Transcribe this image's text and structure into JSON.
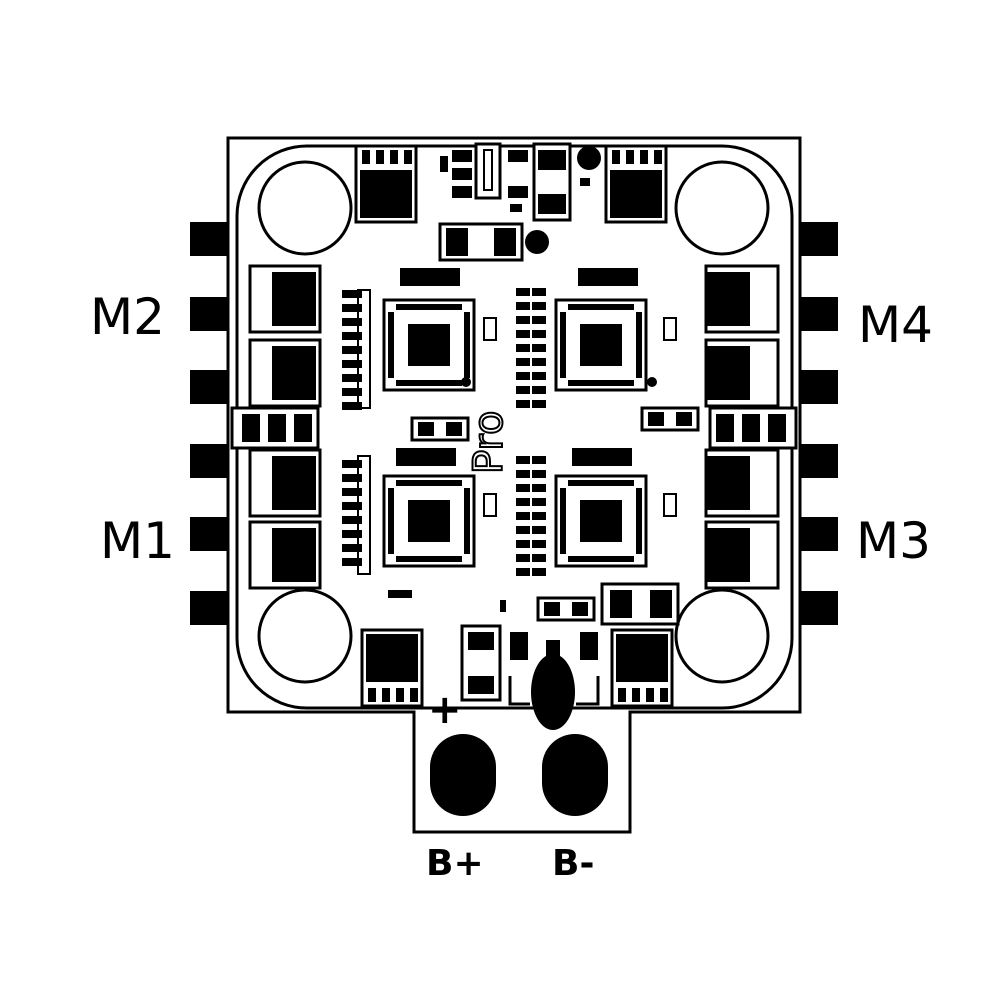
{
  "diagram": {
    "motor_labels": {
      "m1": "M1",
      "m2": "M2",
      "m3": "M3",
      "m4": "M4"
    },
    "battery_labels": {
      "positive": "B+",
      "negative": "B-"
    },
    "polarity_mark": "+",
    "silkscreen_text": "Pro",
    "colors": {
      "ink": "#000000",
      "board": "#ffffff"
    }
  }
}
